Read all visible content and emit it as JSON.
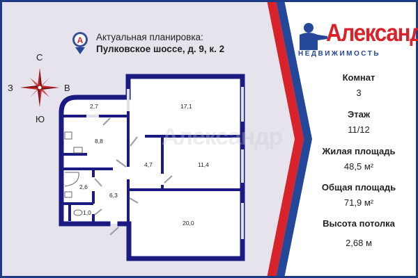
{
  "header": {
    "line1": "Актуальная планировка:",
    "line2": "Пулковское шоссе, д. 9, к. 2",
    "pin_icon": "location-pin-icon",
    "pin_letter": "А"
  },
  "compass": {
    "north": "С",
    "west": "З",
    "east": "В",
    "south": "Ю"
  },
  "rooms": {
    "r17_1": "17,1",
    "r2_7": "2,7",
    "r8_8": "8,8",
    "r4_7": "4,7",
    "r11_4": "11,4",
    "r2_6": "2,6",
    "r6_3": "6,3",
    "r1_0": "1,0",
    "r20_0": "20,0"
  },
  "watermark": "Александр",
  "logo": {
    "name": "Александр",
    "subtitle": "НЕДВИЖИМОСТЬ"
  },
  "details": [
    {
      "label": "Комнат",
      "value": "3"
    },
    {
      "label": "Этаж",
      "value": "11/12"
    },
    {
      "label": "Жилая площадь",
      "value": "48,5 м²"
    },
    {
      "label": "Общая площадь",
      "value": "71,9 м²"
    },
    {
      "label": "Высота потолка",
      "value": "2,68 м"
    }
  ],
  "colors": {
    "wall": "#1a1a82",
    "brand_red": "#d8232a",
    "brand_blue": "#25479a",
    "background": "#e7e3ec"
  }
}
